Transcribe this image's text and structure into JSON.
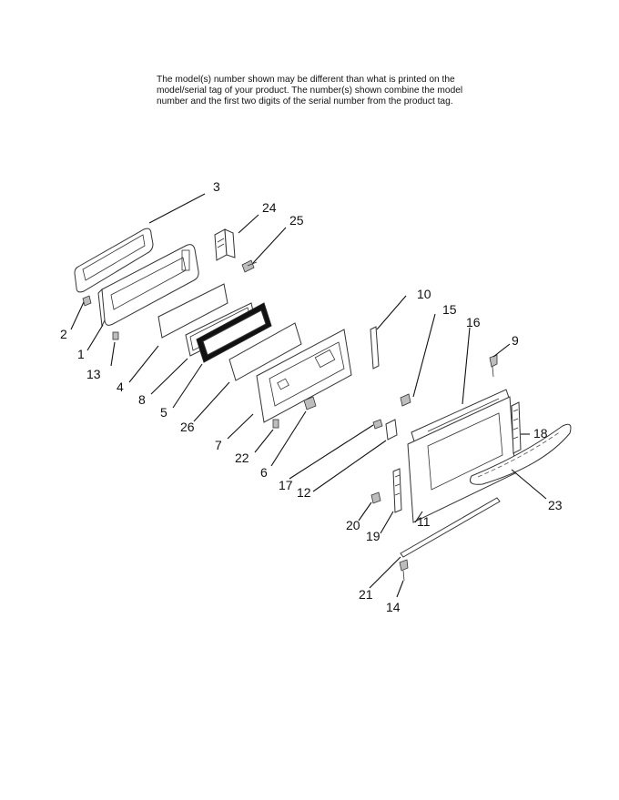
{
  "notice": {
    "line1": "The model(s) number shown may be different than what is printed on the",
    "line2": "model/serial tag of your product. The number(s) shown combine the model",
    "line3": "number and the first two digits of the serial number from the product tag."
  },
  "callouts": [
    "1",
    "2",
    "3",
    "4",
    "5",
    "6",
    "7",
    "8",
    "9",
    "10",
    "11",
    "12",
    "13",
    "14",
    "15",
    "16",
    "17",
    "18",
    "19",
    "20",
    "21",
    "22",
    "23",
    "24",
    "25",
    "26"
  ]
}
